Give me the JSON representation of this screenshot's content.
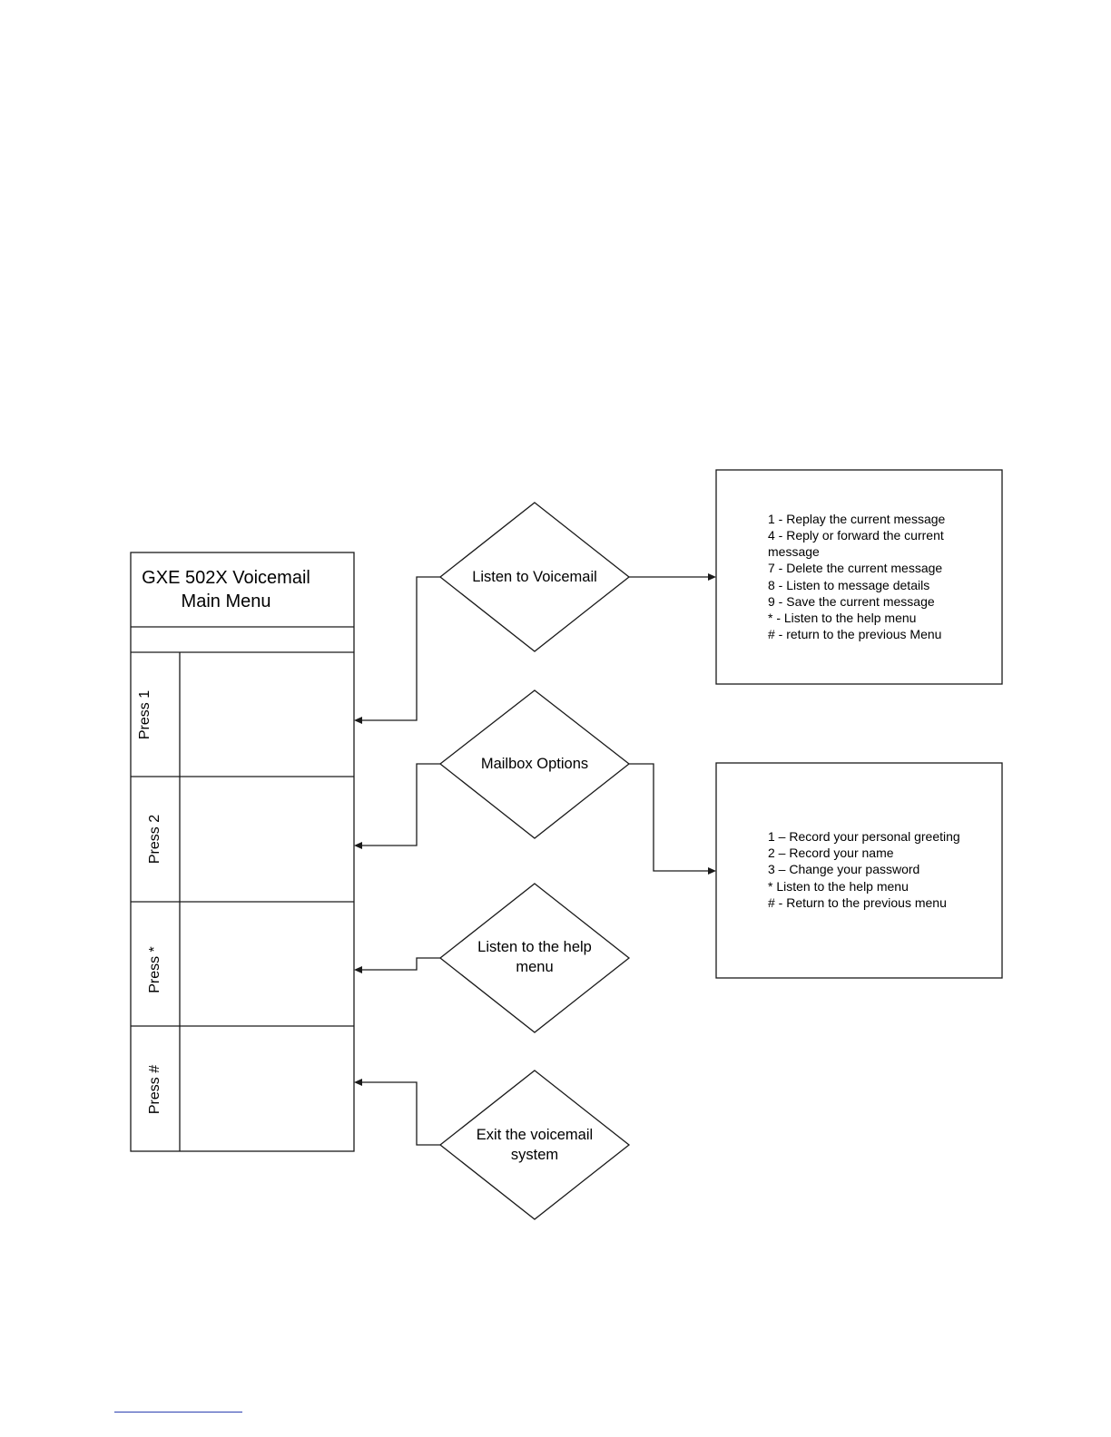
{
  "main_menu": {
    "title_line1": "GXE 502X Voicemail",
    "title_line2": "Main Menu",
    "rows": [
      {
        "label": "Press 1"
      },
      {
        "label": "Press 2"
      },
      {
        "label": "Press *"
      },
      {
        "label": "Press #"
      }
    ]
  },
  "decisions": {
    "listen_voicemail": {
      "line1": "Listen to Voicemail",
      "line2": ""
    },
    "mailbox_options": {
      "line1": "Mailbox Options",
      "line2": ""
    },
    "help_menu": {
      "line1": "Listen to the help",
      "line2": "menu"
    },
    "exit_system": {
      "line1": "Exit the voicemail",
      "line2": "system"
    }
  },
  "voicemail_options": [
    "1 - Replay the current message",
    "4 - Reply or forward the current",
    "message",
    "7 - Delete the current message",
    "8 - Listen to message details",
    "9 - Save the current message",
    "* - Listen to the help menu",
    "# -  return to the previous Menu"
  ],
  "mailbox_menu_options": [
    "1 – Record your personal greeting",
    "2 – Record your name",
    "3 – Change your password",
    "* Listen to the help menu",
    "# - Return to the previous menu"
  ],
  "colors": {
    "line": "#1a1a1a",
    "footnote_rule": "#2b3fb0"
  }
}
